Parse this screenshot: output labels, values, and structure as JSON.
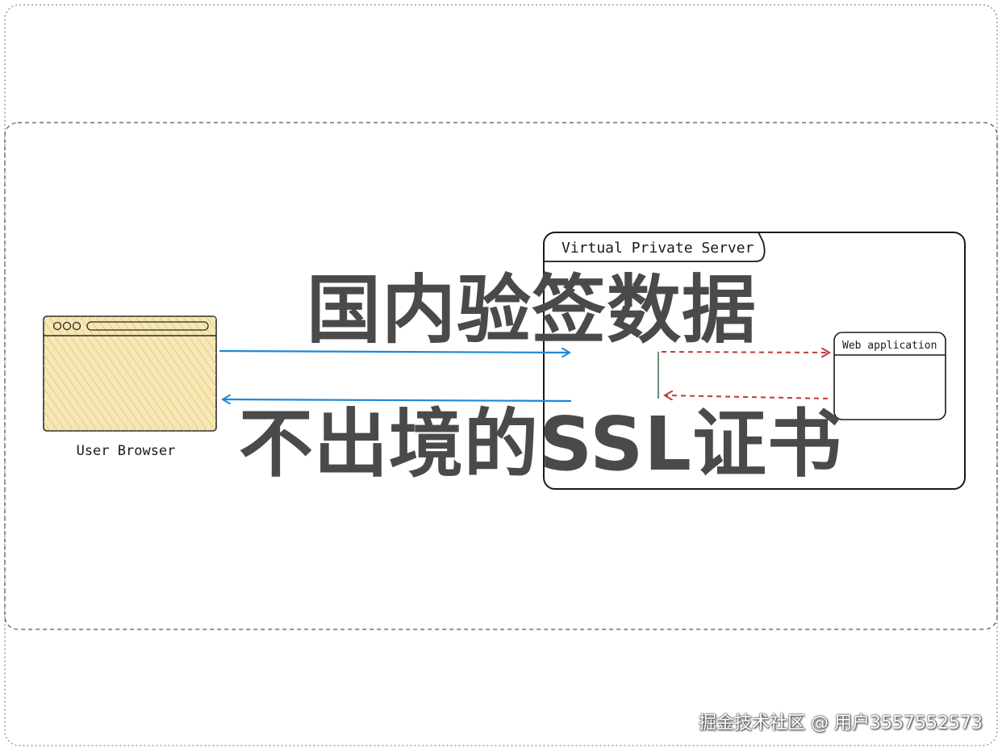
{
  "title": {
    "line1": "国内验签数据",
    "line2": "不出境的SSL证书"
  },
  "diagram": {
    "browser_label": "User Browser",
    "server_label": "Virtual Private Server",
    "webapp_label": "Web application"
  },
  "watermark": "掘金技术社区 @ 用户3557552573",
  "colors": {
    "request_arrow": "#1e88d8",
    "response_arrow": "#c0393b",
    "browser_fill": "#f4e2a6",
    "title_text": "#4a4a4a"
  }
}
